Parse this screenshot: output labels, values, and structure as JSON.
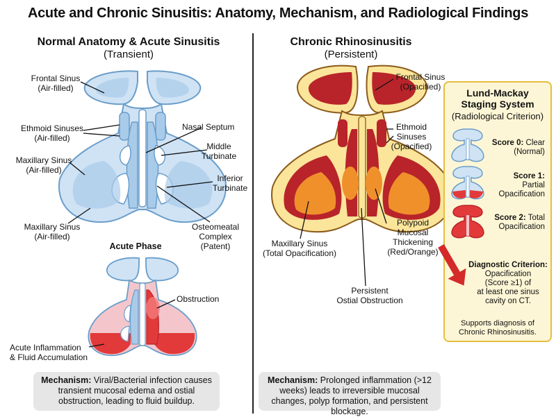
{
  "title": "Acute and Chronic Sinusitis: Anatomy, Mechanism, and Radiological Findings",
  "left": {
    "heading": "Normal Anatomy & Acute Sinusitis",
    "subheading": "(Transient)",
    "labels": {
      "frontal": [
        "Frontal Sinus",
        "(Air-filled)"
      ],
      "ethmoid": [
        "Ethmoid Sinuses",
        "(Air-filled)"
      ],
      "maxillary_top": [
        "Maxillary Sinus",
        "(Air-filled)"
      ],
      "maxillary_bottom": [
        "Maxillary Sinus",
        "(Air-filled)"
      ],
      "septum": "Nasal Septum",
      "middle": [
        "Middle",
        "Turbinate"
      ],
      "inferior": [
        "Inferior",
        "Turbinate"
      ],
      "ostio": [
        "Osteomeatal",
        "Complex",
        "(Patent)"
      ]
    },
    "acute_heading": "Acute Phase",
    "obstruction": "Obstruction",
    "inflammation": [
      "Acute Inflammation",
      "& Fluid Accumulation"
    ],
    "mechanism_label": "Mechanism:",
    "mechanism_text": " Viral/Bacterial infection causes transient mucosal edema and ostial obstruction, leading to fluid buildup."
  },
  "right": {
    "heading": "Chronic Rhinosinusitis",
    "subheading": "(Persistent)",
    "labels": {
      "frontal": [
        "Frontal Sinus",
        "(Opacified)"
      ],
      "ethmoid": [
        "Ethmoid",
        "Sinuses",
        "(Opacified)"
      ],
      "maxillary": [
        "Maxillary Sinus",
        "(Total Opacification)"
      ],
      "polypoid": [
        "Polypoid",
        "Mucosal",
        "Thickening",
        "(Red/Orange)"
      ],
      "ostial": [
        "Persistent",
        "Ostial Obstruction"
      ]
    },
    "mechanism_label": "Mechanism:",
    "mechanism_text": " Prolonged inflammation (>12 weeks) leads to irreversible mucosal changes, polyp formation, and persistent blockage."
  },
  "lund_mackay": {
    "title": [
      "Lund-Mackay",
      "Staging System"
    ],
    "subtitle": "(Radiological Criterion)",
    "score0_label": "Score 0:",
    "score0_text": [
      "Clear",
      "(Normal)"
    ],
    "score1_label": "Score 1:",
    "score1_text": [
      "Partial",
      "Opacification"
    ],
    "score2_label": "Score 2:",
    "score2_text": [
      "Total",
      "Opacification"
    ],
    "criterion_label": "Diagnostic Criterion:",
    "criterion_text": [
      "Opacification",
      "(Score ≥1) of",
      "at least one sinus",
      "cavity on CT."
    ],
    "support": [
      "Supports diagnosis of",
      "Chronic Rhinosinusitis."
    ]
  },
  "colors": {
    "air_fill": "#cfe3f5",
    "air_stroke": "#6a9dc9",
    "cavity": "#a9cbea",
    "chronic_outer": "#fbe59a",
    "chronic_red": "#b8242a",
    "chronic_orange": "#f0902b",
    "acute_pink": "#f4c6cc",
    "acute_red": "#e23a3a",
    "panel_border": "#e5be3f",
    "panel_fill": "#fdf6d6",
    "arrow_red": "#d42a2a"
  }
}
